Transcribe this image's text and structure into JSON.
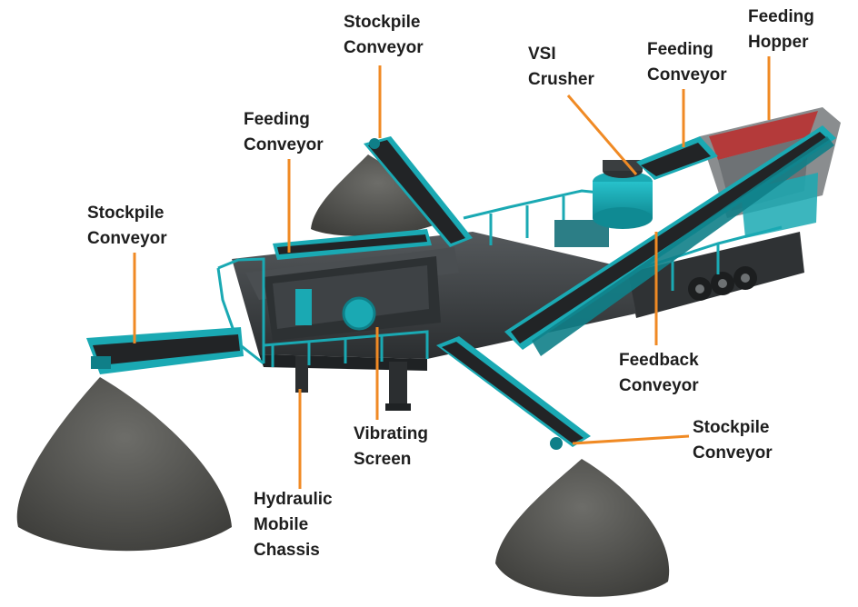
{
  "diagram": {
    "labels": {
      "stockpile_conveyor_top": {
        "lines": [
          "Stockpile",
          "Conveyor"
        ]
      },
      "feeding_conveyor_left": {
        "lines": [
          "Feeding",
          "Conveyor"
        ]
      },
      "stockpile_conveyor_left": {
        "lines": [
          "Stockpile",
          "Conveyor"
        ]
      },
      "vsi_crusher": {
        "lines": [
          "VSI",
          "Crusher"
        ]
      },
      "feeding_conveyor_right": {
        "lines": [
          "Feeding",
          "Conveyor"
        ]
      },
      "feeding_hopper": {
        "lines": [
          "Feeding",
          "Hopper"
        ]
      },
      "feedback_conveyor": {
        "lines": [
          "Feedback",
          "Conveyor"
        ]
      },
      "stockpile_conveyor_right": {
        "lines": [
          "Stockpile",
          "Conveyor"
        ]
      },
      "vibrating_screen": {
        "lines": [
          "Vibrating",
          "Screen"
        ]
      },
      "hydraulic_mobile_chassis": {
        "lines": [
          "Hydraulic",
          "Mobile",
          "Chassis"
        ]
      }
    },
    "colors": {
      "machine_teal": "#1aa9b3",
      "machine_teal_dark": "#0f7f88",
      "frame_dark": "#3b3f42",
      "belt_black": "#222426",
      "sand_pile": "#5b5b58",
      "hopper_red": "#b43a3a",
      "leader_orange": "#f08a24",
      "label_text": "#1e1e1e"
    }
  }
}
